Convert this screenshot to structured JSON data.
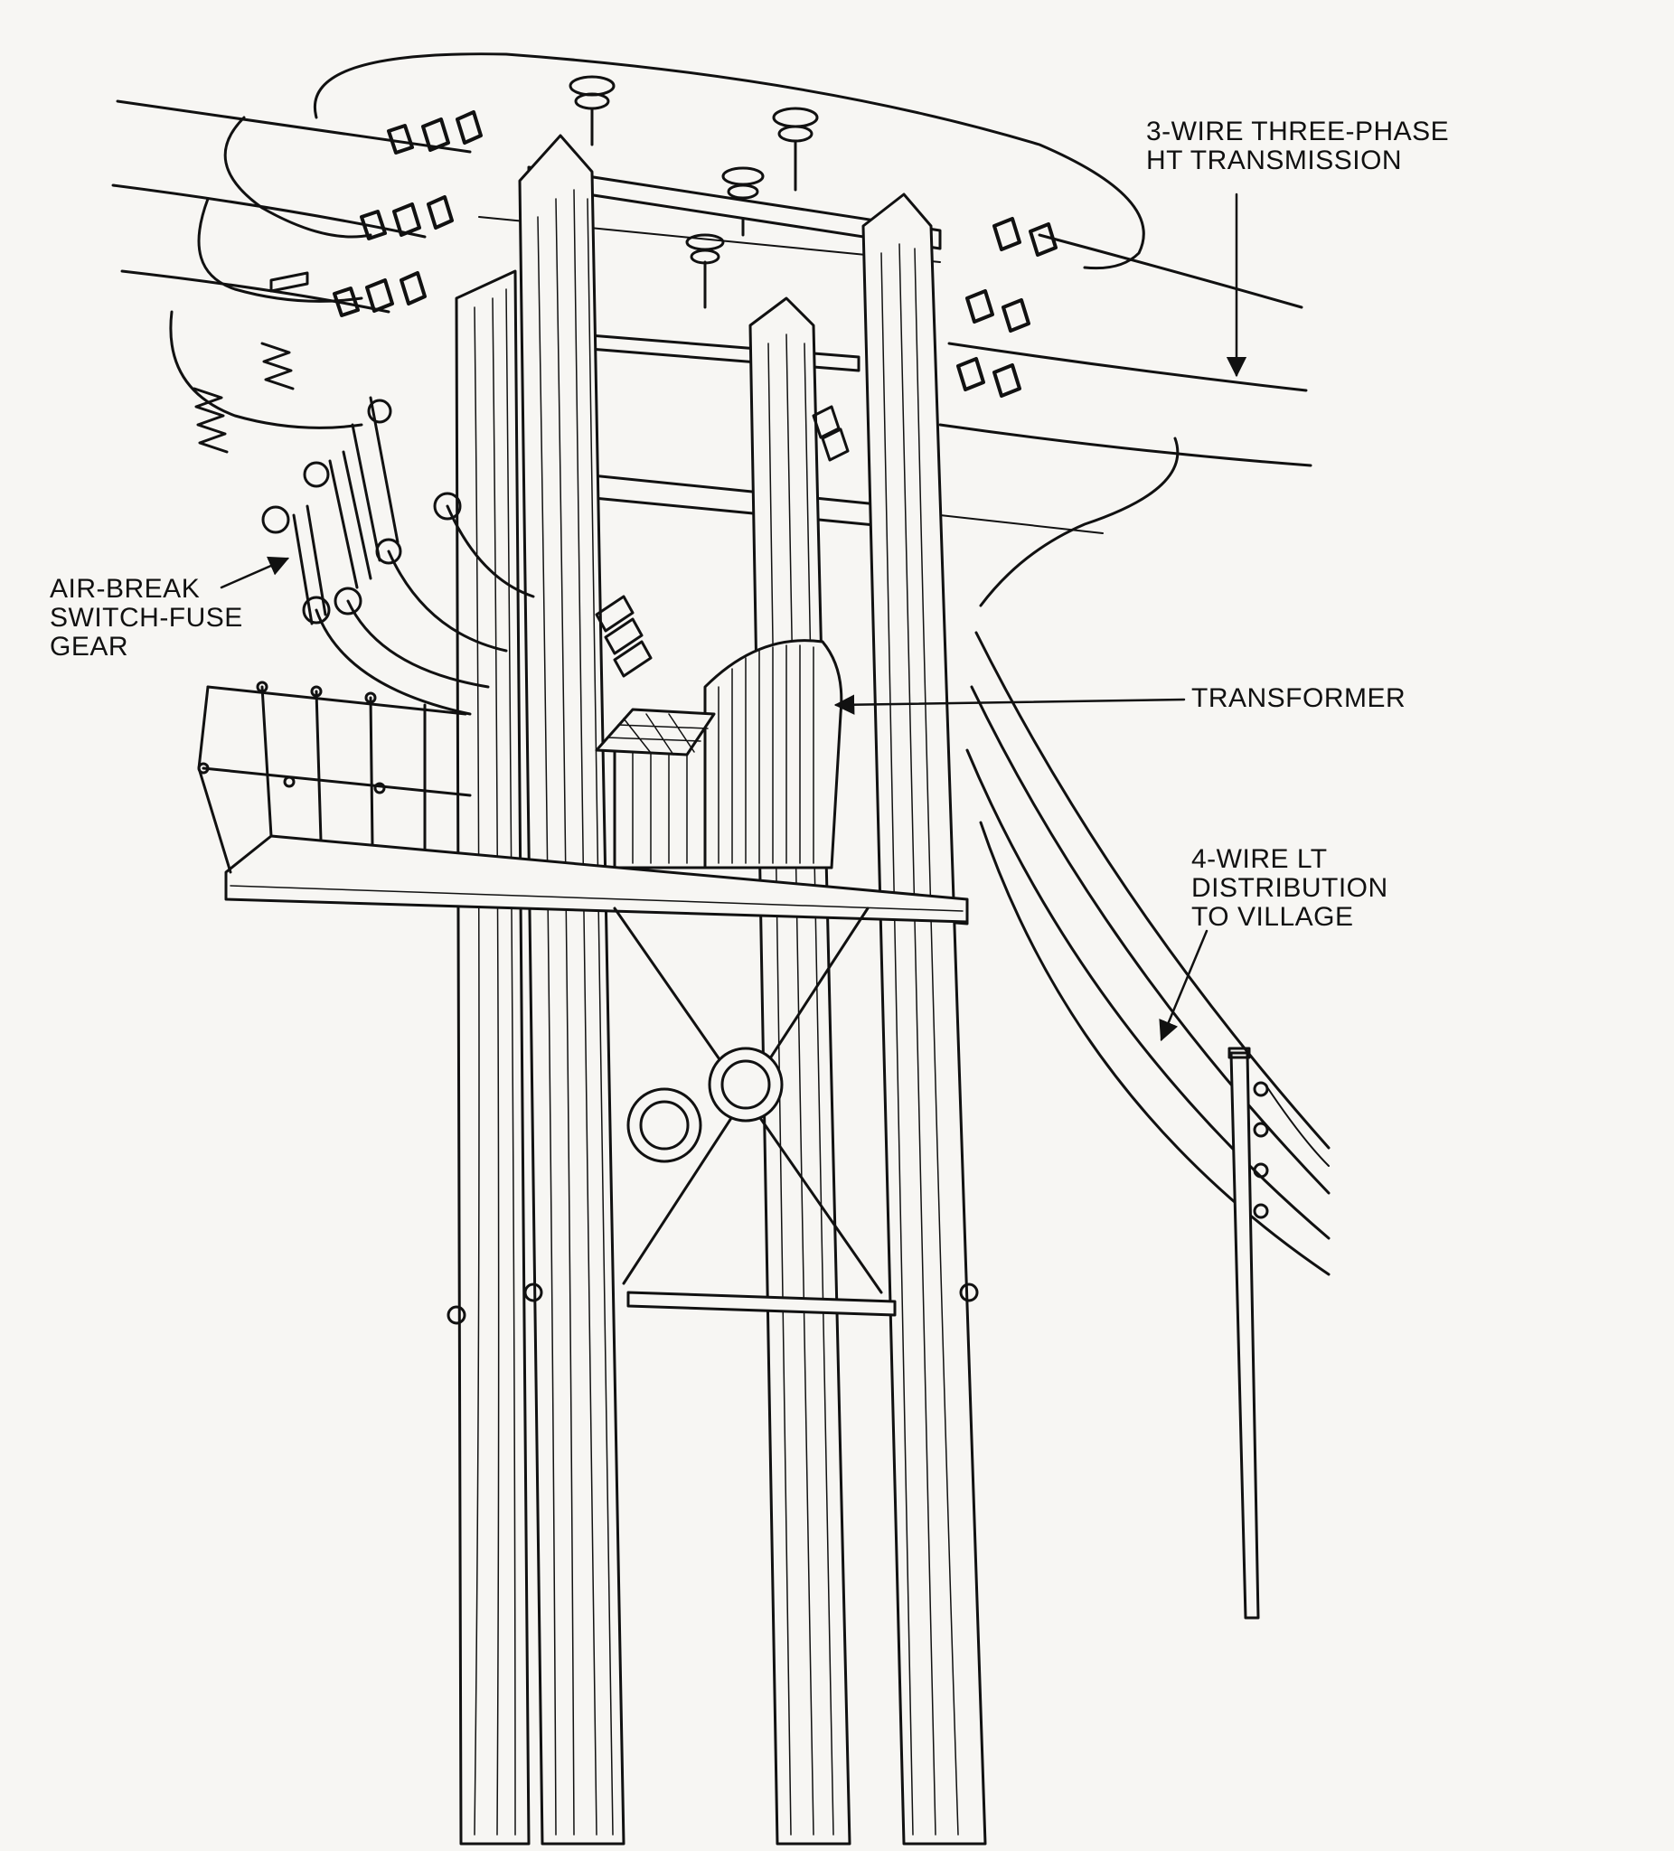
{
  "diagram": {
    "labels": {
      "ht_transmission": [
        "3-WIRE THREE-PHASE",
        "HT TRANSMISSION"
      ],
      "air_break": [
        "AIR-BREAK",
        "SWITCH-FUSE",
        "GEAR"
      ],
      "transformer": [
        "TRANSFORMER"
      ],
      "lt_distribution": [
        "4-WIRE LT",
        "DISTRIBUTION",
        "TO VILLAGE"
      ]
    }
  }
}
